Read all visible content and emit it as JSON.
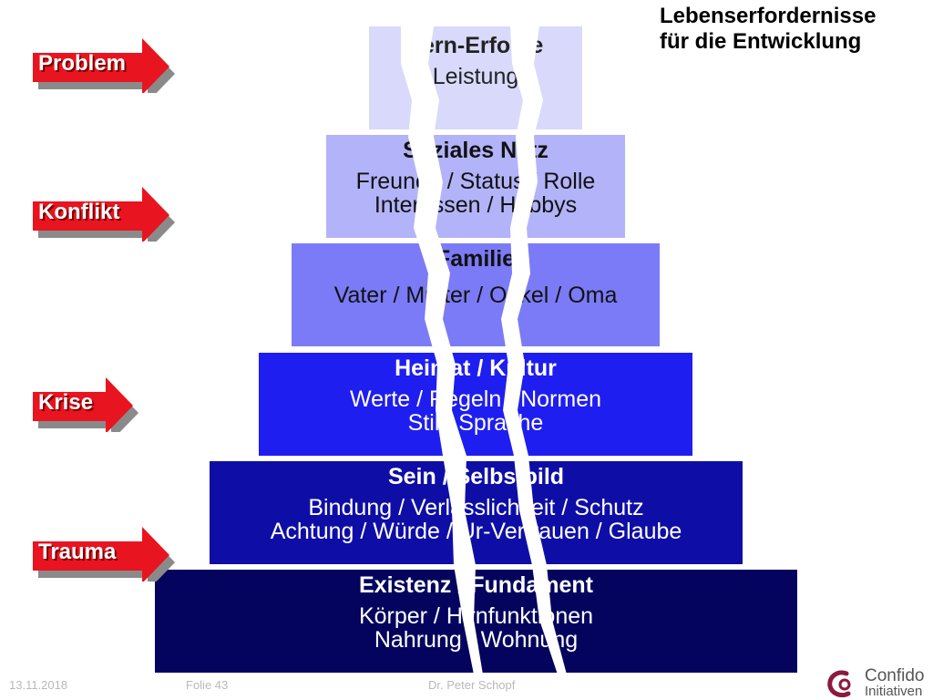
{
  "title": {
    "line1": "Lebenserfordernisse",
    "line2": "für die Entwicklung"
  },
  "levels": [
    {
      "head": "Existenz / Fundament",
      "lines": [
        "Körper / Hirnfunktionen",
        "Nahrung / Wohnung"
      ]
    },
    {
      "head": "Sein / Selbstbild",
      "lines": [
        "Bindung / Verlässlichkeit / Schutz",
        "Achtung / Würde / Ur-Vertrauen / Glaube"
      ]
    },
    {
      "head": "Heimat / Kultur",
      "lines": [
        "Werte / Regeln / Normen",
        "Stil / Sprache"
      ]
    },
    {
      "head": "Familie",
      "lines": [
        "Vater / Mutter / Onkel / Oma"
      ]
    },
    {
      "head": "Soziales Netz",
      "lines": [
        "Freunde / Status / Rolle",
        "Interessen / Hobbys"
      ]
    },
    {
      "head": "Lern-Erfolge",
      "lines": [
        "Leistung"
      ]
    }
  ],
  "arrows": {
    "problem": "Problem",
    "konflikt": "Konflikt",
    "krise": "Krise",
    "trauma": "Trauma"
  },
  "footer": {
    "date": "13.11.2018",
    "slide": "Folie 43",
    "author": "Dr. Peter Schopf"
  },
  "logo": {
    "word1": "Confido",
    "word2": "Initiativen"
  },
  "colors": {
    "arrow_red": "#e8141f",
    "level_1": "#04045e",
    "level_2": "#0e0ea6",
    "level_3": "#1e1ef0",
    "level_4": "#7b7bf7",
    "level_5": "#b3b3fa",
    "level_6": "#d9d9fb"
  }
}
